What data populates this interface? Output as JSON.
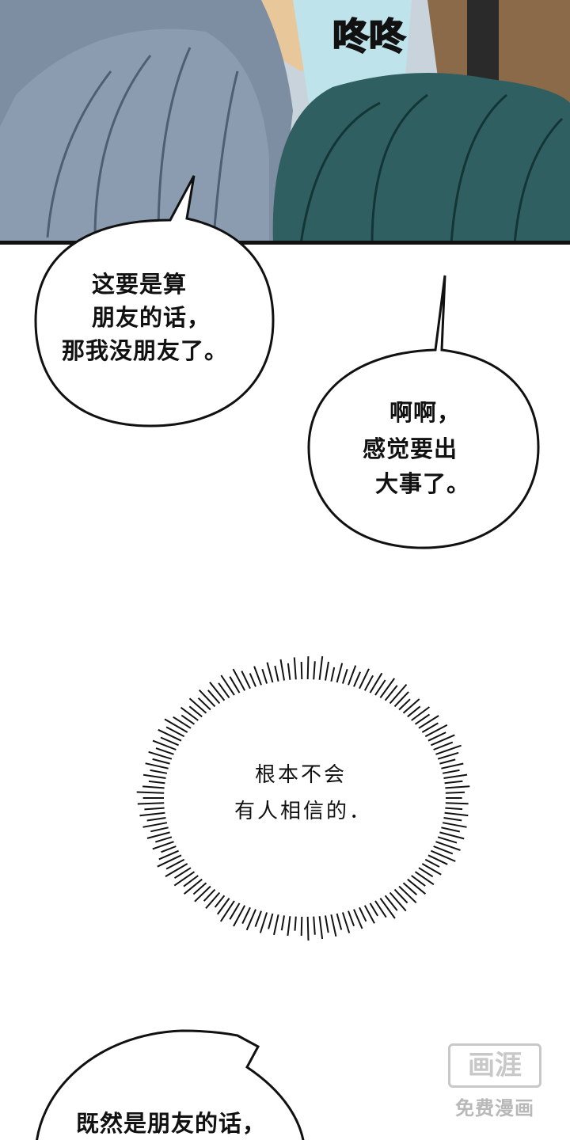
{
  "panel1": {
    "sfx": "咚咚"
  },
  "bubbles": {
    "b1": {
      "lines": [
        "这要是算",
        "朋友的话，",
        "那我没朋友了。"
      ]
    },
    "b2": {
      "lines": [
        "啊啊，",
        "感觉要出",
        "大事了。"
      ]
    },
    "thought": {
      "lines": [
        "根本不会",
        "有人相信的．"
      ]
    },
    "b3": {
      "lines": [
        "既然是朋友的话，"
      ]
    }
  },
  "watermark": {
    "logo": "画涯",
    "subtitle": "免费漫画"
  },
  "colors": {
    "gray_hair": "#7d8ea3",
    "teal_hair": "#2f5f60",
    "ink": "#111111"
  }
}
